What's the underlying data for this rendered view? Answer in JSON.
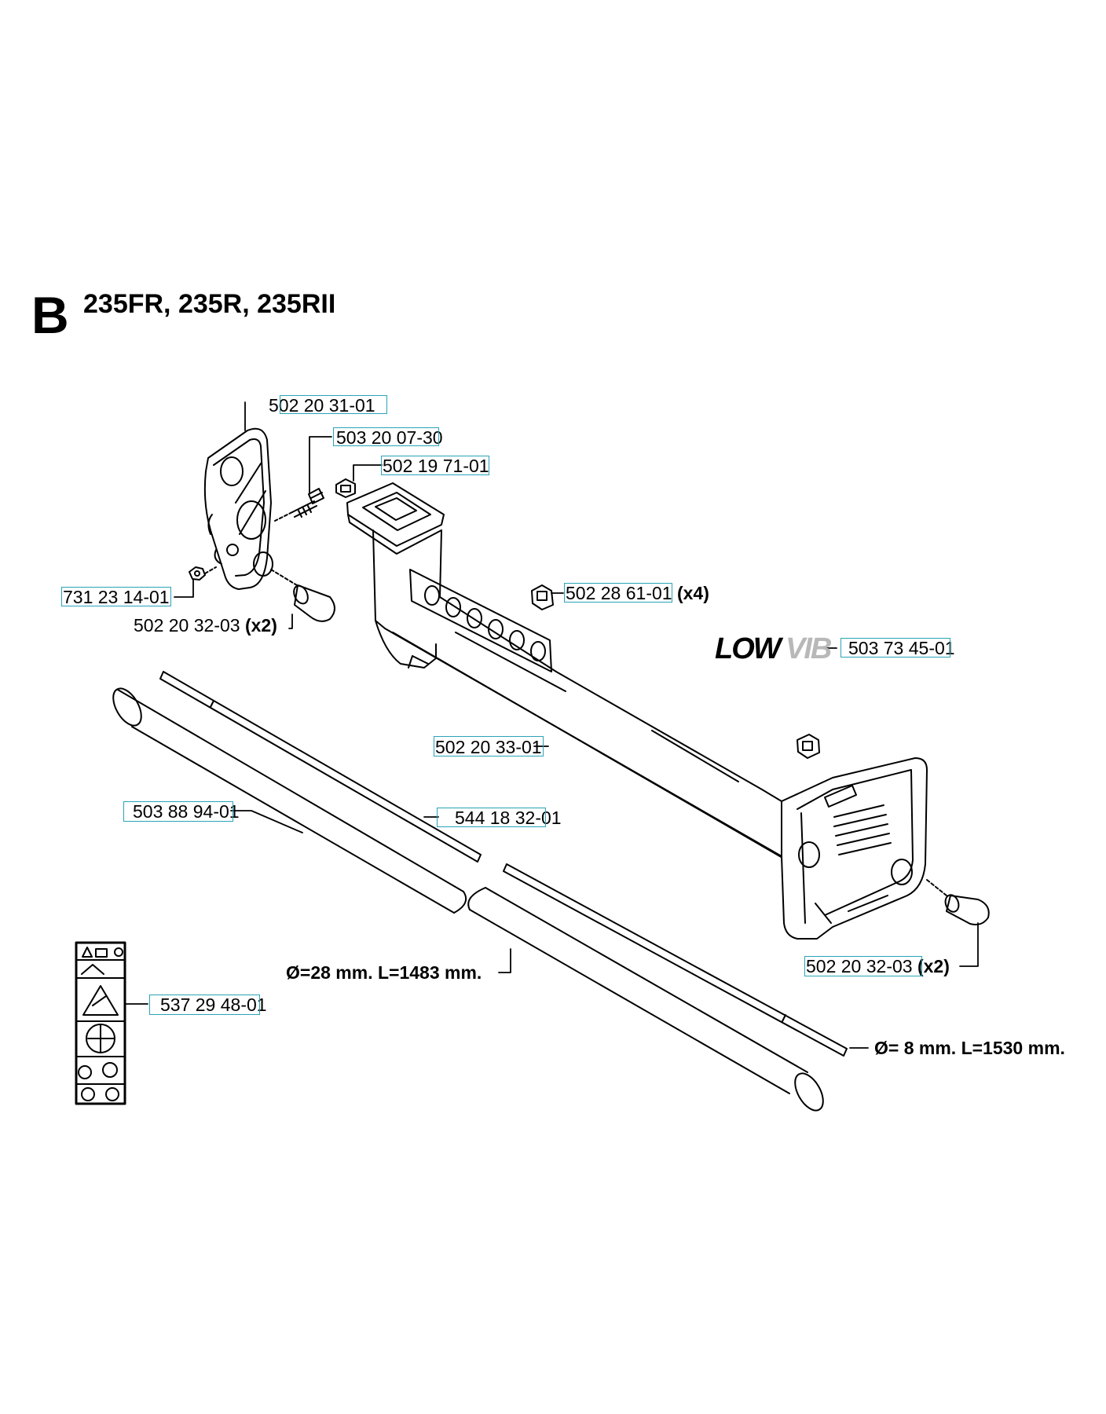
{
  "header": {
    "section": "B",
    "models": "235FR, 235R, 235RII"
  },
  "parts": [
    {
      "number": "502 20 31-01",
      "qty": ""
    },
    {
      "number": "503 20 07-30",
      "qty": ""
    },
    {
      "number": "502 19 71-01",
      "qty": ""
    },
    {
      "number": "731 23 14-01",
      "qty": ""
    },
    {
      "number": "502 20 32-03",
      "qty": "(x2)"
    },
    {
      "number": "502 28 61-01",
      "qty": "(x4)"
    },
    {
      "number": "503 73 45-01",
      "qty": ""
    },
    {
      "number": "502 20 33-01",
      "qty": ""
    },
    {
      "number": "503 88 94-01",
      "qty": ""
    },
    {
      "number": "544 18 32-01",
      "qty": ""
    },
    {
      "number": "502 20 32-03",
      "qty": "(x2)"
    },
    {
      "number": "537 29 48-01",
      "qty": ""
    }
  ],
  "dimensions": {
    "tube": "Ø=28 mm. L=1483 mm.",
    "shaft": "Ø= 8 mm. L=1530 mm."
  },
  "logo": {
    "text": "LOW VIB"
  }
}
